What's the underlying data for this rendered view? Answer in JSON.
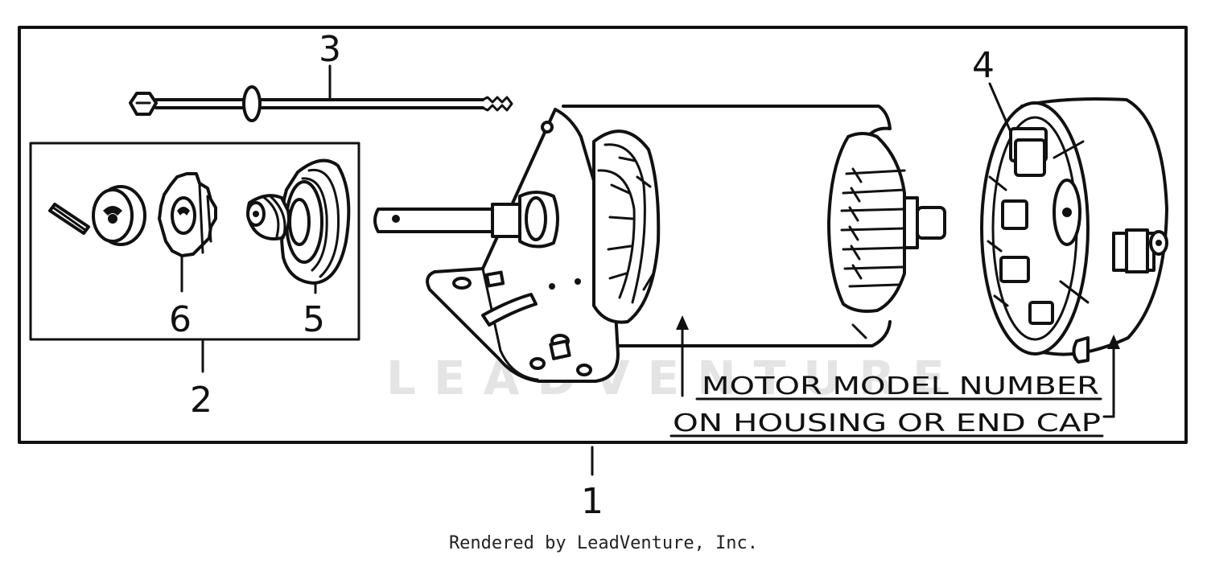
{
  "diagram": {
    "watermark": "LEADVENTURE",
    "callouts": {
      "c1": "1",
      "c2": "2",
      "c3": "3",
      "c4": "4",
      "c5": "5",
      "c6": "6"
    },
    "note": {
      "line1": "MOTOR MODEL NUMBER",
      "line2": "ON HOUSING OR END CAP"
    }
  },
  "footer": {
    "text": "Rendered by LeadVenture, Inc."
  }
}
